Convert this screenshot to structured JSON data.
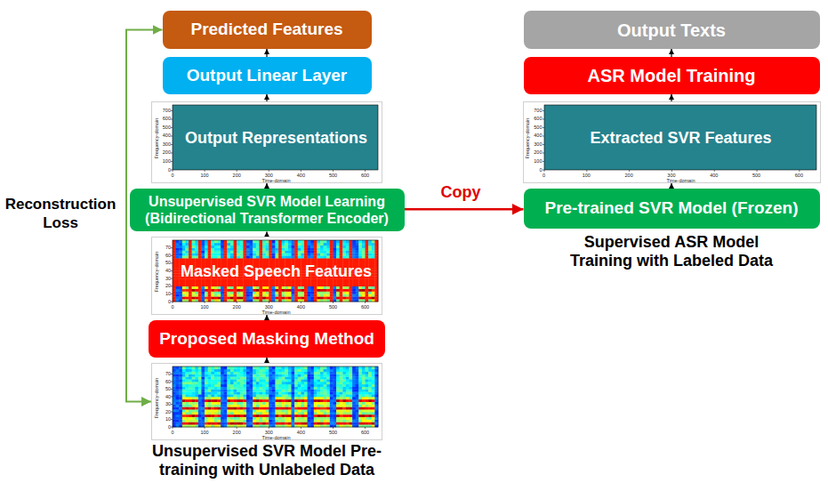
{
  "diagram": {
    "nodes": [
      {
        "text": [
          "Predicted Features"
        ]
      },
      {
        "text": [
          "Output Linear Layer"
        ]
      },
      {
        "text": [
          "Output Representations",
          "Frequency-domain",
          "Time-domain",
          "0",
          "100",
          "200",
          "300",
          "400",
          "500",
          "600",
          "700",
          "0",
          "100",
          "200",
          "300",
          "400",
          "500",
          "600"
        ]
      },
      {
        "text": [
          "Unsupervised SVR Model Learning (Bidirectional Transformer Encoder)"
        ]
      },
      {
        "text": [
          "Masked Speech Features",
          "Frequency-domain",
          "Time-domain",
          "0",
          "10",
          "20",
          "30",
          "40",
          "50",
          "60",
          "70",
          "0",
          "100",
          "200",
          "300",
          "400",
          "500",
          "600"
        ]
      },
      {
        "text": [
          "Proposed Masking Method"
        ]
      },
      {
        "text": [
          "Frequency-domain",
          "Time-domain",
          "0",
          "10",
          "20",
          "30",
          "40",
          "50",
          "60",
          "70",
          "0",
          "100",
          "200",
          "300",
          "400",
          "500",
          "600"
        ]
      },
      {
        "text": [
          "Output Texts"
        ]
      },
      {
        "text": [
          "ASR Model Training"
        ]
      },
      {
        "text": [
          "Extracted SVR Features",
          "Frequency-domain",
          "Time-domain",
          "0",
          "100",
          "200",
          "300",
          "400",
          "500",
          "600",
          "700",
          "0",
          "100",
          "200",
          "300",
          "400",
          "500",
          "600"
        ]
      },
      {
        "text": [
          "Pre-trained SVR Model (Frozen)"
        ]
      }
    ],
    "edges": [
      {
        "from": 1,
        "to": 0,
        "arrow": "to"
      },
      {
        "from": 2,
        "to": 1,
        "arrow": "to"
      },
      {
        "from": 3,
        "to": 2,
        "arrow": "to"
      },
      {
        "from": 4,
        "to": 3,
        "arrow": "to"
      },
      {
        "from": 5,
        "to": 4,
        "arrow": "to"
      },
      {
        "from": 6,
        "to": 5,
        "arrow": "to"
      },
      {
        "from": 6,
        "to": 0,
        "arrow": "both",
        "label": "Reconstruction Loss"
      },
      {
        "from": 3,
        "to": 10,
        "arrow": "to",
        "label": "Copy"
      },
      {
        "from": 10,
        "to": 9,
        "arrow": "to"
      },
      {
        "from": 9,
        "to": 8,
        "arrow": "to"
      },
      {
        "from": 8,
        "to": 7,
        "arrow": "to"
      }
    ],
    "labels": [
      "Unsupervised SVR Model Pre-training with Unlabeled Data",
      "Supervised ASR Model Training with Labeled Data"
    ]
  }
}
